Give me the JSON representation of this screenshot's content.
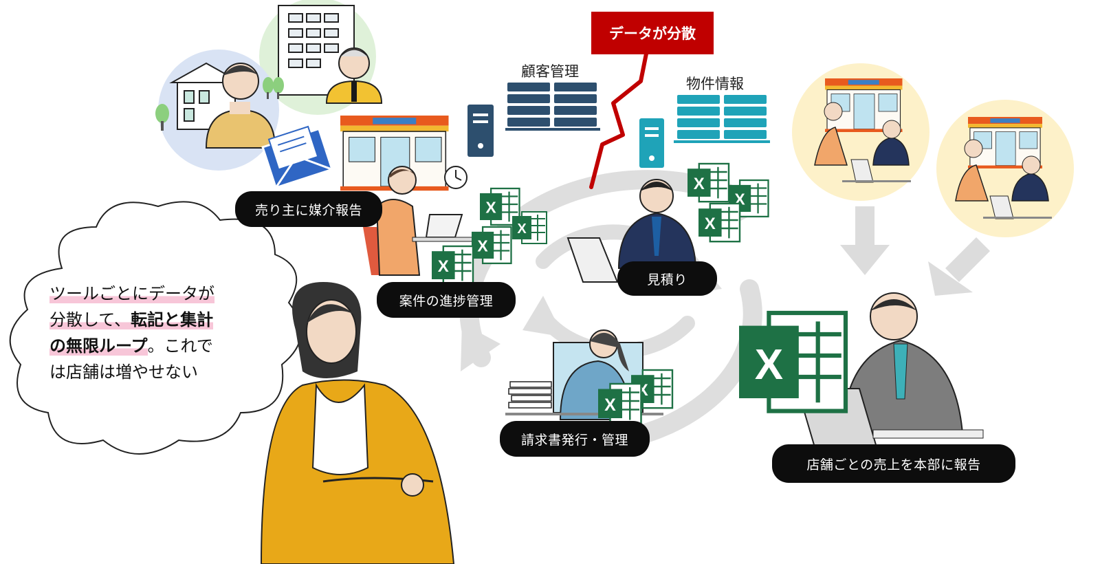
{
  "badge": {
    "text": "データが分散"
  },
  "servers": {
    "customer": {
      "title": "顧客管理",
      "color": "#2d4f6e"
    },
    "property": {
      "title": "物件情報",
      "color": "#1fa3b8"
    }
  },
  "tasks": {
    "mediation": "売り主に媒介報告",
    "progress": "案件の進捗管理",
    "estimate": "見積り",
    "invoice": "請求書発行・管理",
    "hq_report": "店舗ごとの売上を本部に報告"
  },
  "speech": {
    "line1": "ツールごとにデータが",
    "line2_a": "分散して、",
    "line2_b": "転記と集計",
    "line3_a": "の無限ループ",
    "line3_b": "。これで",
    "line4": "は店舗は増やせない"
  },
  "icons": {
    "excel": "excel-icon",
    "envelope": "envelope-icon",
    "clock": "clock-icon",
    "server": "server-icon"
  },
  "colors": {
    "excel": "#1e7145",
    "accent_red": "#c00000",
    "arrow_gray": "#dcdcdc",
    "highlight": "#f7c6d8",
    "jacket_yellow": "#e8a818"
  }
}
